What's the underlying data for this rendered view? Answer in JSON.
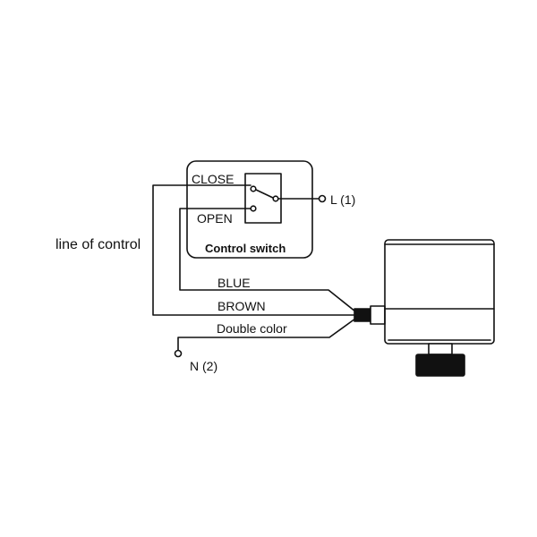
{
  "labels": {
    "close": "CLOSE",
    "open": "OPEN",
    "control_switch": "Control switch",
    "live": "L (1)",
    "line_of_control": "line of control",
    "blue": "BLUE",
    "brown": "BROWN",
    "double_color": "Double color",
    "neutral": "N (2)"
  },
  "colors": {
    "line": "#111111",
    "background": "#ffffff"
  }
}
